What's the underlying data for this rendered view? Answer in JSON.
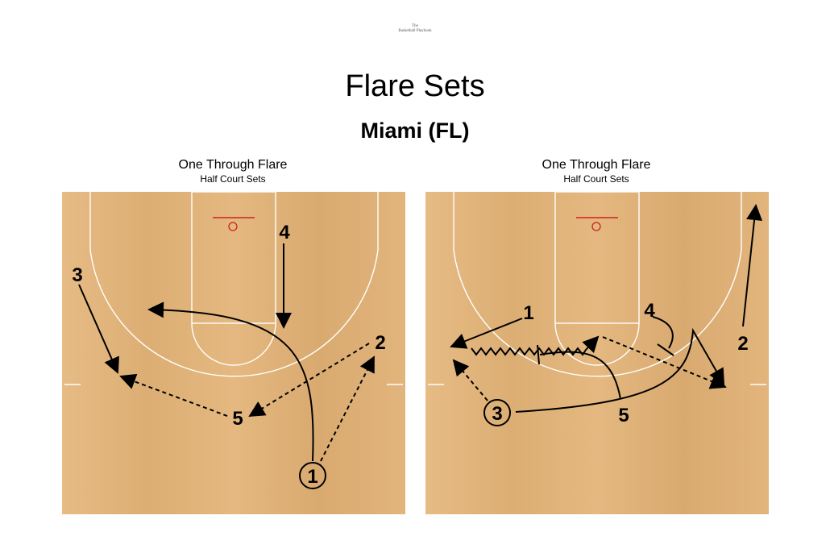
{
  "header": {
    "logo_line1": "The",
    "logo_line2": "Basketball Playbook",
    "title": "Flare Sets",
    "team": "Miami (FL)"
  },
  "plays": [
    {
      "title": "One Through Flare",
      "subtitle": "Half Court Sets",
      "players": [
        "1",
        "2",
        "3",
        "4",
        "5"
      ]
    },
    {
      "title": "One Through Flare",
      "subtitle": "Half Court Sets",
      "players": [
        "1",
        "2",
        "3",
        "4",
        "5"
      ]
    }
  ],
  "colors": {
    "court_wood": "#e2b77f",
    "court_lines": "#ffffff",
    "rim": "#cc2222",
    "ink": "#000000"
  }
}
